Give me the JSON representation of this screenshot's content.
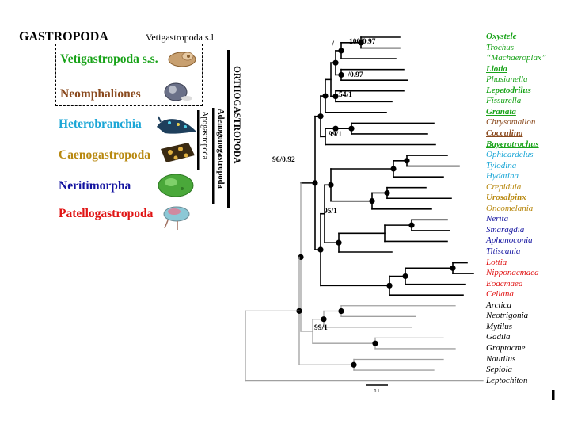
{
  "legend": {
    "title": "GASTROPODA",
    "vetigastropoda_sl": "Vetigastropoda s.l.",
    "groups": [
      {
        "label": "Vetigastropoda s.s.",
        "color": "#19a319"
      },
      {
        "label": "Neomphaliones",
        "color": "#8a4a1e"
      },
      {
        "label": "Heterobranchia",
        "color": "#1aa6d6"
      },
      {
        "label": "Caenogastropoda",
        "color": "#b8880f"
      },
      {
        "label": "Neritimorpha",
        "color": "#1414a0"
      },
      {
        "label": "Patellogastropoda",
        "color": "#e01414"
      }
    ],
    "brackets": {
      "orthogastropoda": "ORTHOGASTROPODA",
      "adenogonogastropoda": "Adenogonogastropoda",
      "apogastropoda": "Apogastropoda"
    },
    "icons": [
      "vetigastropod-shell",
      "neomphaline-shell",
      "nudibranch",
      "cone-shell",
      "green-nerite",
      "limpet"
    ]
  },
  "tree": {
    "taxa": [
      {
        "name": "Oxystele",
        "color": "#19a319",
        "underline": true
      },
      {
        "name": "Trochus",
        "color": "#19a319",
        "underline": false
      },
      {
        "name": "“Machaeroplax”",
        "color": "#19a319",
        "underline": false
      },
      {
        "name": "Liotia",
        "color": "#19a319",
        "underline": true
      },
      {
        "name": "Phasianella",
        "color": "#19a319",
        "underline": false
      },
      {
        "name": "Lepetodrilus",
        "color": "#19a319",
        "underline": true
      },
      {
        "name": "Fissurella",
        "color": "#19a319",
        "underline": false
      },
      {
        "name": "Granata",
        "color": "#19a319",
        "underline": true
      },
      {
        "name": "Chrysomallon",
        "color": "#8a4a1e",
        "underline": false
      },
      {
        "name": "Cocculina",
        "color": "#8a4a1e",
        "underline": true
      },
      {
        "name": "Bayerotrochus",
        "color": "#19a319",
        "underline": true
      },
      {
        "name": "Ophicardelus",
        "color": "#1aa6d6",
        "underline": false
      },
      {
        "name": "Tylodina",
        "color": "#1aa6d6",
        "underline": false
      },
      {
        "name": "Hydatina",
        "color": "#1aa6d6",
        "underline": false
      },
      {
        "name": "Crepidula",
        "color": "#b8880f",
        "underline": false
      },
      {
        "name": "Urosalpinx",
        "color": "#b8880f",
        "underline": true
      },
      {
        "name": "Oncomelania",
        "color": "#b8880f",
        "underline": false
      },
      {
        "name": "Nerita",
        "color": "#1414a0",
        "underline": false
      },
      {
        "name": "Smaragdia",
        "color": "#1414a0",
        "underline": false
      },
      {
        "name": "Aphanoconia",
        "color": "#1414a0",
        "underline": false
      },
      {
        "name": "Titiscania",
        "color": "#1414a0",
        "underline": false
      },
      {
        "name": "Lottia",
        "color": "#e01414",
        "underline": false
      },
      {
        "name": "Nipponacmaea",
        "color": "#e01414",
        "underline": false
      },
      {
        "name": "Eoacmaea",
        "color": "#e01414",
        "underline": false
      },
      {
        "name": "Cellana",
        "color": "#e01414",
        "underline": false
      },
      {
        "name": "Arctica",
        "color": "#000000",
        "underline": false
      },
      {
        "name": "Neotrigonia",
        "color": "#000000",
        "underline": false
      },
      {
        "name": "Mytilus",
        "color": "#000000",
        "underline": false
      },
      {
        "name": "Gadila",
        "color": "#000000",
        "underline": false
      },
      {
        "name": "Graptacme",
        "color": "#000000",
        "underline": false
      },
      {
        "name": "Nautilus",
        "color": "#000000",
        "underline": false
      },
      {
        "name": "Sepiola",
        "color": "#000000",
        "underline": false
      },
      {
        "name": "Leptochiton",
        "color": "#000000",
        "underline": false
      }
    ],
    "support_labels": [
      "100/0.97",
      "--/--",
      "--/0.97",
      "54/1",
      "99/1",
      "96/0.92",
      "95/1",
      "99/1"
    ],
    "scale_label": "0.1"
  }
}
